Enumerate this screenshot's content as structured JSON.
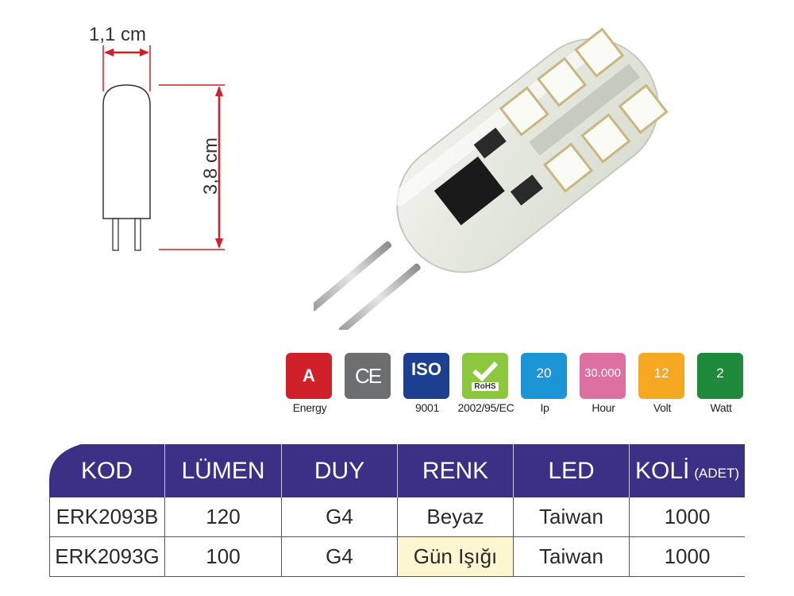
{
  "dimensions": {
    "width_label": "1,1 cm",
    "height_label": "3,8 cm"
  },
  "badges": [
    {
      "name": "energy",
      "value": "A",
      "caption": "Energy",
      "color": "#d0202a"
    },
    {
      "name": "ce",
      "value": "CE",
      "caption": "",
      "color": "#6d6e70"
    },
    {
      "name": "iso",
      "value": "ISO",
      "caption": "9001",
      "color": "#1d3f8f"
    },
    {
      "name": "rohs",
      "value": "RoHS",
      "caption": "2002/95/EC",
      "color": "#8dc63f"
    },
    {
      "name": "ip",
      "value": "20",
      "caption": "Ip",
      "color": "#1b95d6"
    },
    {
      "name": "hour",
      "value": "30.000",
      "caption": "Hour",
      "color": "#de6fa1"
    },
    {
      "name": "volt",
      "value": "12",
      "caption": "Volt",
      "color": "#f7a823"
    },
    {
      "name": "watt",
      "value": "2",
      "caption": "Watt",
      "color": "#1f8a3b"
    }
  ],
  "table": {
    "header_color": "#3b2f86",
    "headers": [
      "KOD",
      "LÜMEN",
      "DUY",
      "RENK",
      "LED",
      "KOLİ"
    ],
    "header_suffix": "(ADET)",
    "rows": [
      [
        "ERK2093B",
        "120",
        "G4",
        "Beyaz",
        "Taiwan",
        "1000"
      ],
      [
        "ERK2093G",
        "100",
        "G4",
        "Gün Işığı",
        "Taiwan",
        "1000"
      ]
    ]
  }
}
